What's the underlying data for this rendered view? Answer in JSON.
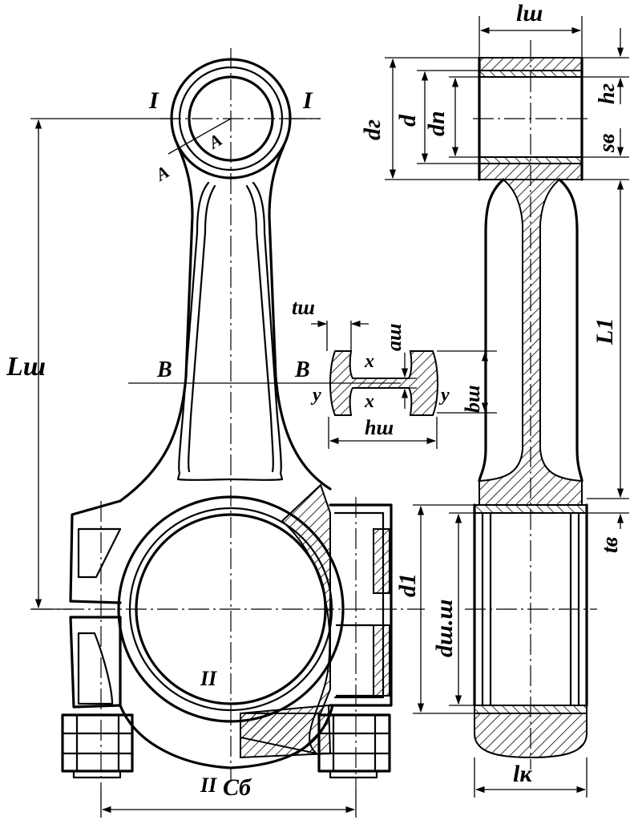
{
  "labels": {
    "section_I_left": "I",
    "section_I_right": "I",
    "section_A_left": "A",
    "section_A_right": "A",
    "section_B_left": "B",
    "section_B_right": "B",
    "section_II_upper": "II",
    "section_II_lower": "II",
    "L_sh": "Lш",
    "t_sh": "tш",
    "a_sh": "aш",
    "b_sh": "bш",
    "h_sh": "hш",
    "axis_x_top": "x",
    "axis_x_bottom": "x",
    "axis_y_left": "y",
    "axis_y_right": "y",
    "C_b": "Cб",
    "l_sh": "lш",
    "d_g": "dг",
    "d": "d",
    "d_p": "dп",
    "h_g": "hг",
    "s_v": "sв",
    "L_1": "L1",
    "t_v": "tв",
    "d_1": "d1",
    "d_shsh": "dш.ш",
    "l_k": "lк"
  }
}
